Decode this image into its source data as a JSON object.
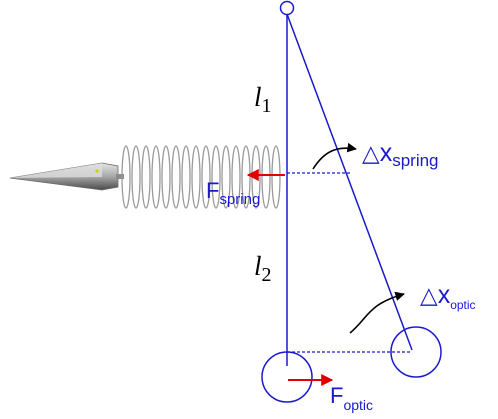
{
  "labels": {
    "l1_symbol": "l",
    "l1_sub": "1",
    "l2_symbol": "l",
    "l2_sub": "2",
    "delta_spring_symbol": "△",
    "delta_spring_main": "x",
    "delta_spring_sub": "spring",
    "delta_optic_symbol": "△",
    "delta_optic_main": "x",
    "delta_optic_sub": "optic",
    "f_spring_main": "F",
    "f_spring_sub": "spring",
    "f_optic_main": "F",
    "f_optic_sub": "optic"
  },
  "colors": {
    "structure": "#1a1acc",
    "force_arrow": "#e00000",
    "annotation_arrow": "#000000",
    "spring_coil": "#9a9a9a",
    "tip_light": "#d0d0d0",
    "tip_dark": "#555555",
    "tip_dot": "#c8d200"
  },
  "icons": {
    "pivot": "pivot-circle-icon",
    "spring": "coil-spring-icon",
    "tip": "cantilever-tip-icon"
  }
}
